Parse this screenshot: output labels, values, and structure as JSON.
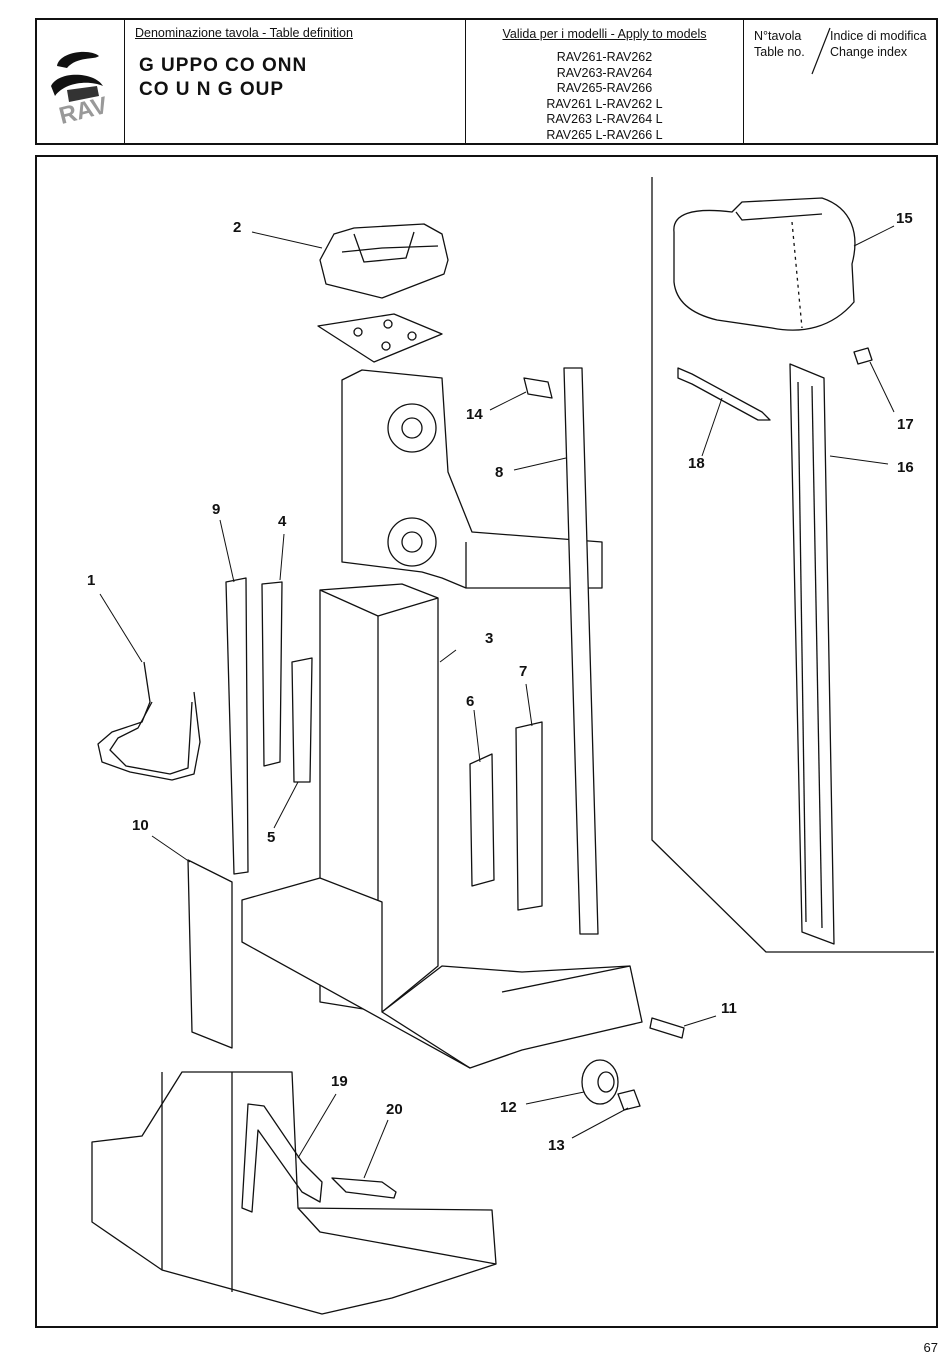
{
  "header": {
    "logo_text": "RAV",
    "definition_label": "Denominazione tavola - Table definition",
    "title_line1": "G  UPPO CO  ONN",
    "title_line2": "CO  U  N G  OUP",
    "models_label": "Valida per i modelli - Apply to models",
    "models": [
      "RAV261-RAV262",
      "RAV263-RAV264",
      "RAV265-RAV266",
      "RAV261 L-RAV262 L",
      "RAV263 L-RAV264 L",
      "RAV265 L-RAV266 L"
    ],
    "table_no_label_it": "N°tavola",
    "table_no_label_en": "Table no.",
    "change_index_label_it": "Indice di modifica",
    "change_index_label_en": "Change index"
  },
  "callouts": [
    {
      "id": "1",
      "label": "1"
    },
    {
      "id": "2",
      "label": "2"
    },
    {
      "id": "3",
      "label": "3"
    },
    {
      "id": "4",
      "label": "4"
    },
    {
      "id": "5",
      "label": "5"
    },
    {
      "id": "6",
      "label": "6"
    },
    {
      "id": "7",
      "label": "7"
    },
    {
      "id": "8",
      "label": "8"
    },
    {
      "id": "9",
      "label": "9"
    },
    {
      "id": "10",
      "label": "10"
    },
    {
      "id": "11",
      "label": "11"
    },
    {
      "id": "12",
      "label": "12"
    },
    {
      "id": "13",
      "label": "13"
    },
    {
      "id": "14",
      "label": "14"
    },
    {
      "id": "15",
      "label": "15"
    },
    {
      "id": "16",
      "label": "16"
    },
    {
      "id": "17",
      "label": "17"
    },
    {
      "id": "18",
      "label": "18"
    },
    {
      "id": "19",
      "label": "19"
    },
    {
      "id": "20",
      "label": "20"
    }
  ],
  "page_number": "67"
}
